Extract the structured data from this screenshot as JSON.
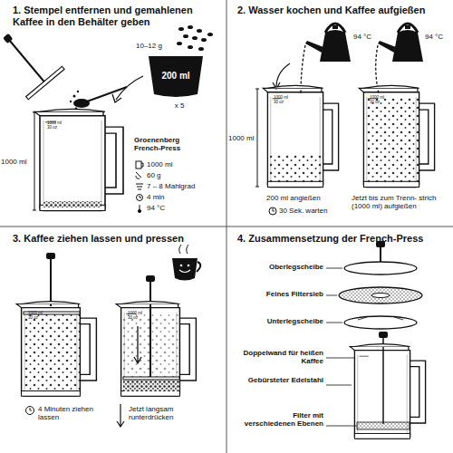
{
  "diagram": {
    "nodes": [
      {
        "text": [
          "200 ml"
        ]
      }
    ],
    "labels": [
      "1. Stempel entfernen und gemahlenen Kaffee in den Behälter geben",
      "10–12 g",
      "x 5",
      "1000 ml",
      "1000 ml",
      "30 oz",
      "Groenenberg French-Press",
      "1000 ml",
      "60 g",
      "7 – 8 Mahlgrad",
      "4 min",
      "94 °C",
      "2. Wasser kochen und Kaffee aufgießen",
      "94 °C",
      "94 °C",
      "1000 ml",
      "1000 ml",
      "30 oz",
      "1000 ml",
      "30 oz",
      "200 ml angießen",
      "30 Sek. warten",
      "Jetzt bis zum Trenn- strich (1000 ml) aufgießen",
      "3. Kaffee ziehen lassen und pressen",
      "1000 ml",
      "30 oz",
      "1000 ml",
      "30 oz",
      "4 Minuten ziehen lassen",
      "Jetzt langsam runterdrücken",
      "4. Zusammensetzung der French-Press",
      "Oberlegscheibe",
      "Feines Filtersieb",
      "Unterlegscheibe",
      "Doppelwand für heißen Kaffee",
      "Gebürsteter Edelstahl",
      "Filter mit verschiedenen Ebenen"
    ]
  }
}
